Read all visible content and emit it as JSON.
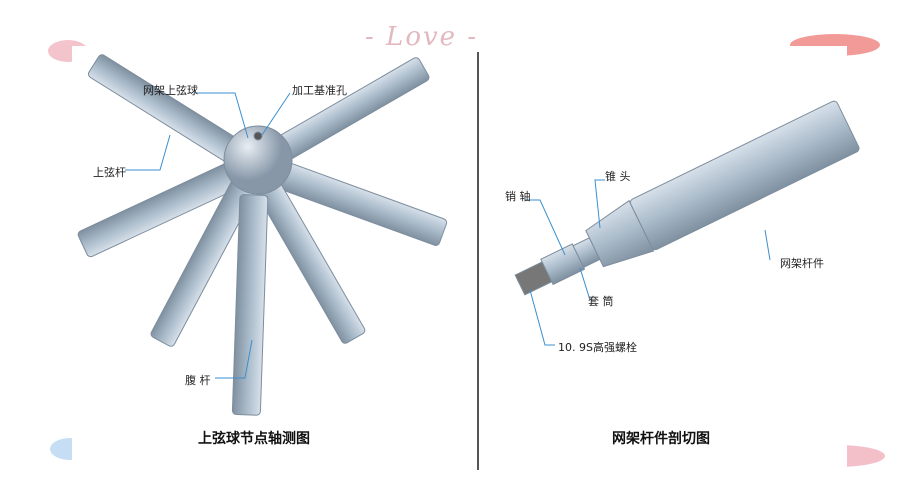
{
  "banner": "- Love -",
  "left": {
    "caption": "上弦球节点轴测图",
    "labels": {
      "ball": "网架上弦球",
      "hole": "加工基准孔",
      "chord": "上弦杆",
      "web": "腹 杆"
    }
  },
  "right": {
    "caption": "网架杆件剖切图",
    "labels": {
      "pin": "销 轴",
      "cone": "锥 头",
      "rod": "网架杆件",
      "sleeve": "套 筒",
      "bolt": "10. 9S高强螺栓"
    }
  },
  "colors": {
    "tube": "#a9bac9",
    "pink": "#f3b6c0",
    "red": "#f08f8f",
    "blue": "#bcd7f0"
  }
}
